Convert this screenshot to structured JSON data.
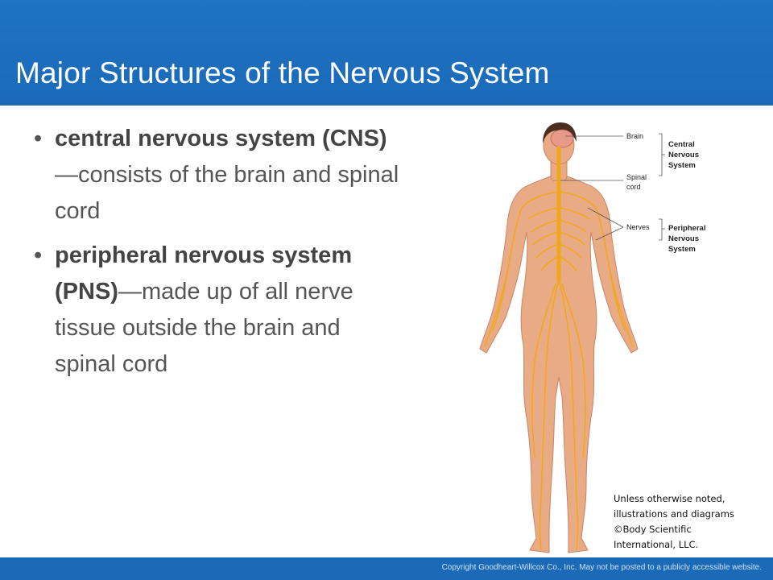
{
  "slide": {
    "title": "Major Structures of the Nervous System"
  },
  "bullets": [
    {
      "term": "central nervous system (CNS)",
      "text": "—consists of the brain and spinal cord"
    },
    {
      "term": "peripheral nervous system (PNS)",
      "text": "—made up of all nerve tissue outside the brain and spinal cord"
    }
  ],
  "figure": {
    "labels": {
      "brain": "Brain",
      "spinal_cord_line1": "Spinal",
      "spinal_cord_line2": "cord",
      "nerves": "Nerves",
      "cns_line1": "Central",
      "cns_line2": "Nervous",
      "cns_line3": "System",
      "pns_line1": "Peripheral",
      "pns_line2": "Nervous",
      "pns_line3": "System"
    },
    "colors": {
      "skin": "#e8ab86",
      "nerve": "#f0a81a",
      "brain": "#e89a88",
      "hair": "#4a2e22"
    }
  },
  "credit": {
    "line1": "Unless otherwise noted,",
    "line2": "illustrations and diagrams",
    "line3": "©Body Scientific",
    "line4": "International, LLC."
  },
  "footer": {
    "copyright": "Copyright Goodheart-Willcox Co., Inc.  May not be posted to a publicly accessible website."
  }
}
